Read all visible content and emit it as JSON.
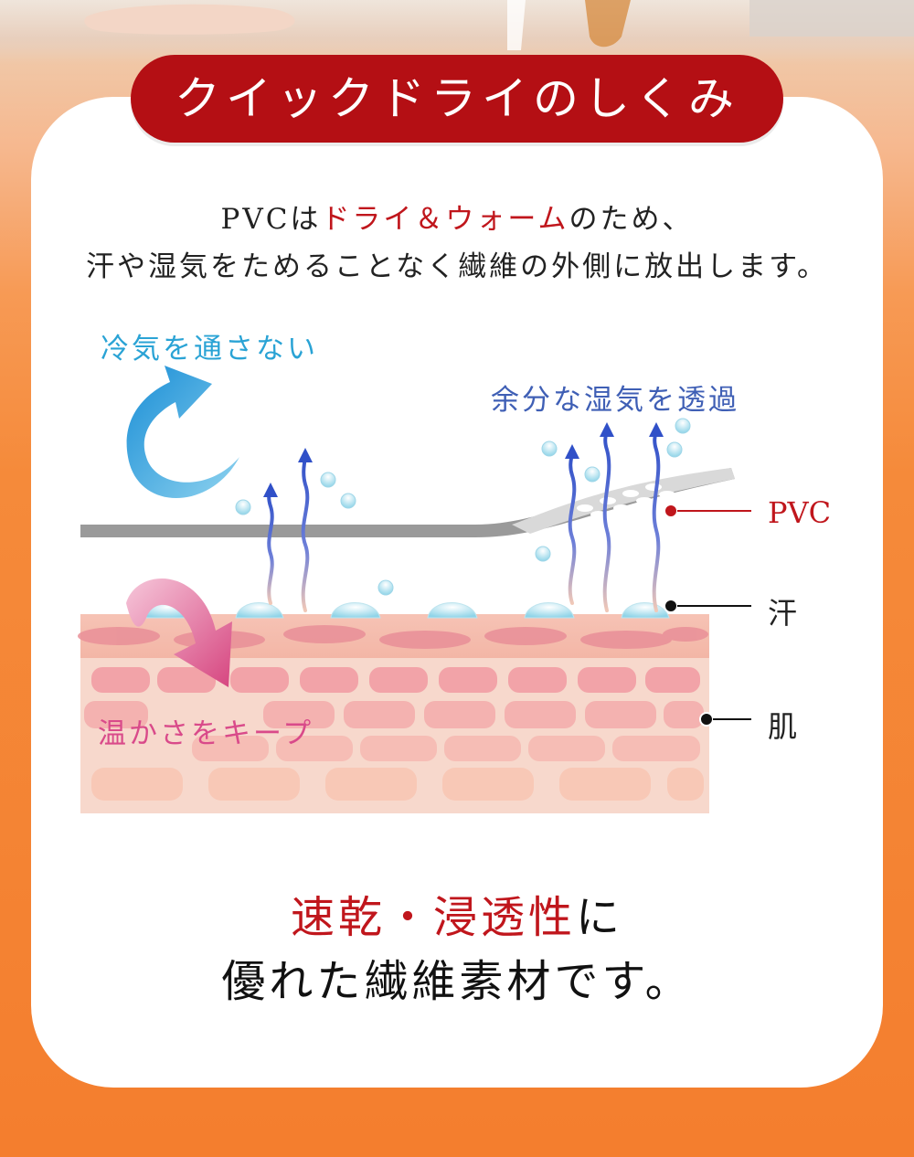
{
  "title": "クイックドライのしくみ",
  "intro": {
    "line1_a": "PVCは",
    "line1_b": "ドライ＆ウォーム",
    "line1_c": "のため、",
    "line2": "汗や湿気をためることなく繊維の外側に放出します。"
  },
  "diagram_labels": {
    "cool": "冷気を通さない",
    "moisture": "余分な湿気を透過",
    "warm": "温かさをキープ"
  },
  "side_labels": {
    "pvc": "PVC",
    "sweat": "汗",
    "skin": "肌"
  },
  "closing": {
    "line1_red": "速乾・浸透性",
    "line1_rest": "に",
    "line2": "優れた繊維素材です。"
  },
  "colors": {
    "title_bg": "#b40f14",
    "accent_red": "#c0161c",
    "cool_blue": "#2aa3d5",
    "moisture_blue": "#3f5fb5",
    "warm_pink": "#d94a8a",
    "background_orange": "#f47e2e"
  }
}
